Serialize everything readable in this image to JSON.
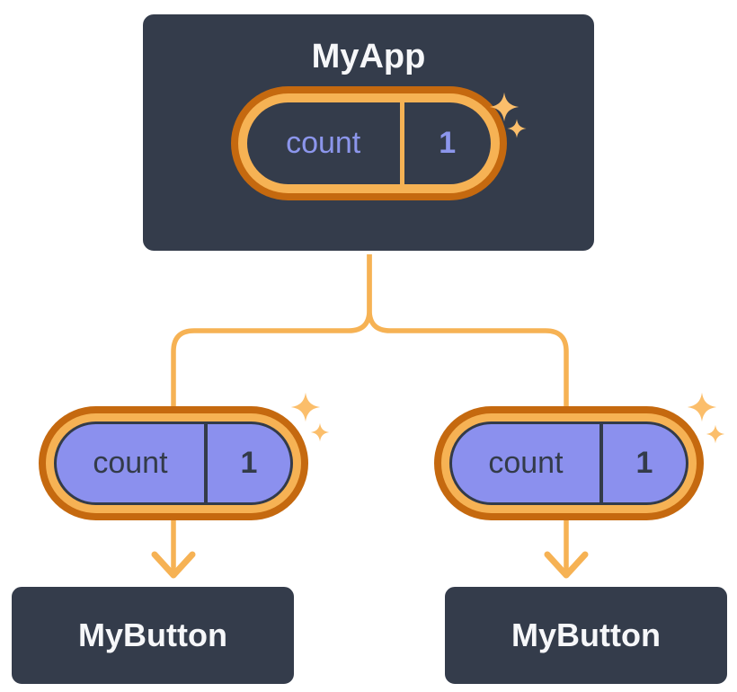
{
  "diagram": {
    "description": "React component tree: state in parent passed down as props",
    "root": {
      "title": "MyApp",
      "state": {
        "name": "count",
        "value": "1"
      }
    },
    "children": [
      {
        "title": "MyButton",
        "prop": {
          "name": "count",
          "value": "1"
        }
      },
      {
        "title": "MyButton",
        "prop": {
          "name": "count",
          "value": "1"
        }
      }
    ],
    "colors": {
      "background": "#FFFFFF",
      "card_bg": "#343C4B",
      "card_border": "#FFFFFF",
      "title_text": "#F6F7F9",
      "ring_outer_orange": "#C5690F",
      "ring_inner_orange": "#F6B254",
      "connector_orange": "#F6B254",
      "sparkle_orange": "#FBBE6B",
      "prop_pill_fill": "#8B90EE",
      "prop_pill_text": "#333B49",
      "state_pill_text": "#8C96EC"
    }
  }
}
